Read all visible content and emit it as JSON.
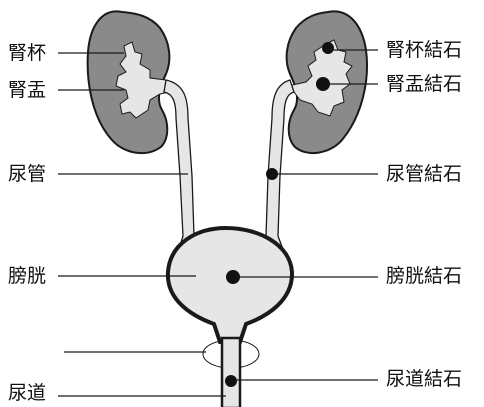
{
  "labels": {
    "left": {
      "calyx": "腎杯",
      "pelvis": "腎盂",
      "ureter": "尿管",
      "bladder": "膀胱",
      "urethra": "尿道"
    },
    "right": {
      "calyx_stone": "腎杯結石",
      "pelvis_stone": "腎盂結石",
      "ureter_stone": "尿管結石",
      "bladder_stone": "膀胱結石",
      "urethra_stone": "尿道結石"
    }
  },
  "colors": {
    "kidney_fill": "#8a8a8a",
    "lumen_fill": "#e6e6e6",
    "outline": "#1a1a1a",
    "stone": "#111111"
  }
}
